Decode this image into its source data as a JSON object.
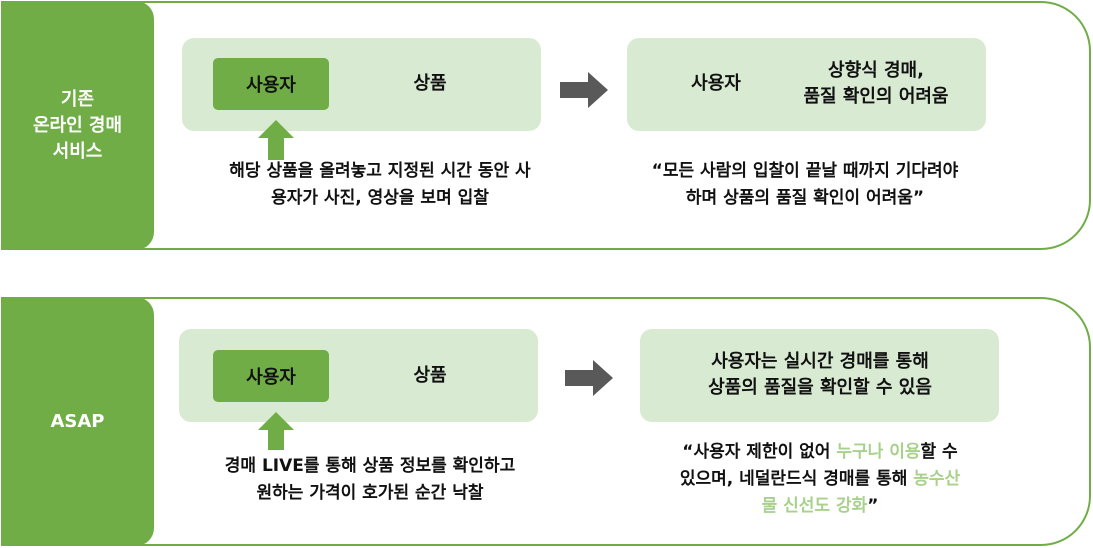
{
  "rows": [
    {
      "side_label": [
        "기존",
        "온라인 경매",
        "서비스"
      ],
      "left_box": {
        "user": "사용자",
        "product": "상품"
      },
      "right_box_user": "사용자",
      "right_box_note": [
        "상향식 경매,",
        "품질 확인의 어려움"
      ],
      "left_caption": [
        "해당 상품을 올려놓고 지정된 시간 동안 사",
        "용자가 사진, 영상을 보며 입찰"
      ],
      "right_caption": [
        "“모든 사람의 입찰이 끝날 때까지 기다려야",
        "하며 상품의 품질 확인이 어려움”"
      ]
    },
    {
      "side_label": [
        "ASAP"
      ],
      "left_box": {
        "user": "사용자",
        "product": "상품"
      },
      "right_box_note": [
        "사용자는 실시간 경매를 통해",
        "상품의 품질을 확인할 수 있음"
      ],
      "left_caption": [
        "경매 LIVE를 통해 상품 정보를 확인하고",
        "원하는 가격이 호가된 순간 낙찰"
      ],
      "right_caption": {
        "line1_a": "“사용자 제한이 없어 ",
        "line1_b": "누구나 이용",
        "line1_c": "할 수",
        "line2_a": "있으며, 네덜란드식 경매를 통해 ",
        "line2_b": "농수산",
        "line3_a": "물 신선도 강화",
        "line3_b": "”"
      }
    }
  ],
  "colors": {
    "primary": "#70ad47",
    "box": "#d9ead3",
    "highlight": "#a9d18e",
    "arrow": "#595959"
  }
}
